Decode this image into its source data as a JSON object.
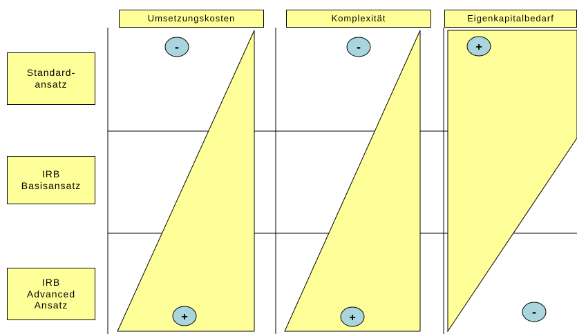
{
  "columns": [
    {
      "label": "Umsetzungskosten",
      "top_sign": "-",
      "bottom_sign": "+"
    },
    {
      "label": "Komplexität",
      "top_sign": "-",
      "bottom_sign": "+"
    },
    {
      "label": "Eigenkapitalbedarf",
      "top_sign": "+",
      "bottom_sign": "-"
    }
  ],
  "rows": [
    {
      "label": "Standard-\nansatz"
    },
    {
      "label": "IRB\nBasisansatz"
    },
    {
      "label": "IRB\nAdvanced\nAnsatz"
    }
  ],
  "colors": {
    "fill": "#ffff99",
    "badge": "#a9d5de",
    "line": "#000000"
  }
}
